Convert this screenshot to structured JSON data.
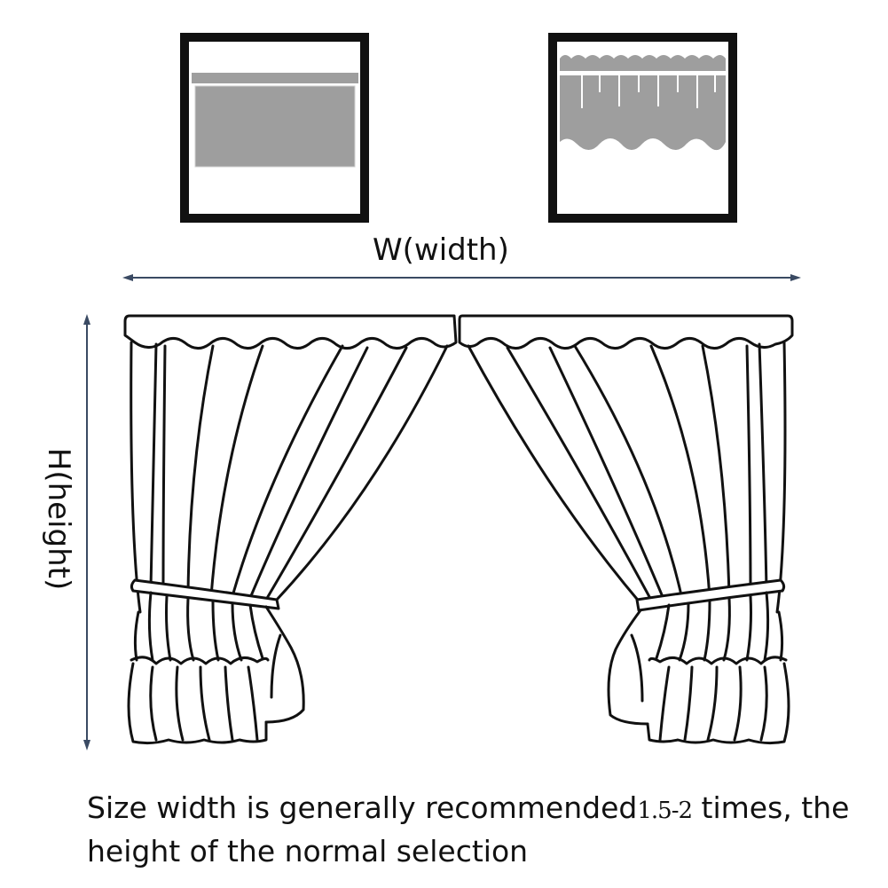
{
  "labels": {
    "width": "W(width)",
    "height": "H(height)"
  },
  "caption": {
    "part1": "Size width is generally recommended",
    "number": "1.5-2",
    "part2": " times, the",
    "line2": "height of the normal selection"
  },
  "colors": {
    "line": "#111111",
    "fill_gray": "#9e9e9e",
    "arrow": "#3a4a63",
    "background": "#ffffff"
  }
}
